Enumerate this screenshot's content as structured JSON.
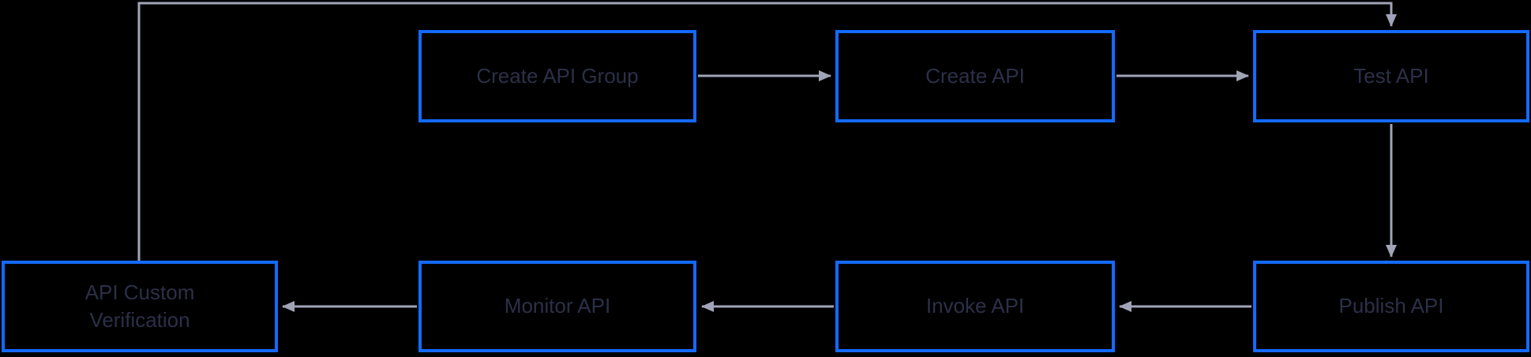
{
  "diagram": {
    "type": "flowchart",
    "background": "#000000",
    "node_style": {
      "border_color": "#146aff",
      "text_color": "#2b3048",
      "fill": "#000000"
    },
    "connector_color": "#a0a4b6",
    "nodes": [
      {
        "id": "create-api-group",
        "label": "Create API Group"
      },
      {
        "id": "create-api",
        "label": "Create API"
      },
      {
        "id": "test-api",
        "label": "Test API"
      },
      {
        "id": "publish-api",
        "label": "Publish API"
      },
      {
        "id": "invoke-api",
        "label": "Invoke API"
      },
      {
        "id": "monitor-api",
        "label": "Monitor API"
      },
      {
        "id": "api-custom-verification",
        "label": "API Custom Verification"
      }
    ],
    "edges": [
      {
        "from": "create-api-group",
        "to": "create-api"
      },
      {
        "from": "create-api",
        "to": "test-api"
      },
      {
        "from": "test-api",
        "to": "publish-api"
      },
      {
        "from": "publish-api",
        "to": "invoke-api"
      },
      {
        "from": "invoke-api",
        "to": "monitor-api"
      },
      {
        "from": "monitor-api",
        "to": "api-custom-verification"
      },
      {
        "from": "api-custom-verification",
        "to": "test-api"
      }
    ]
  }
}
